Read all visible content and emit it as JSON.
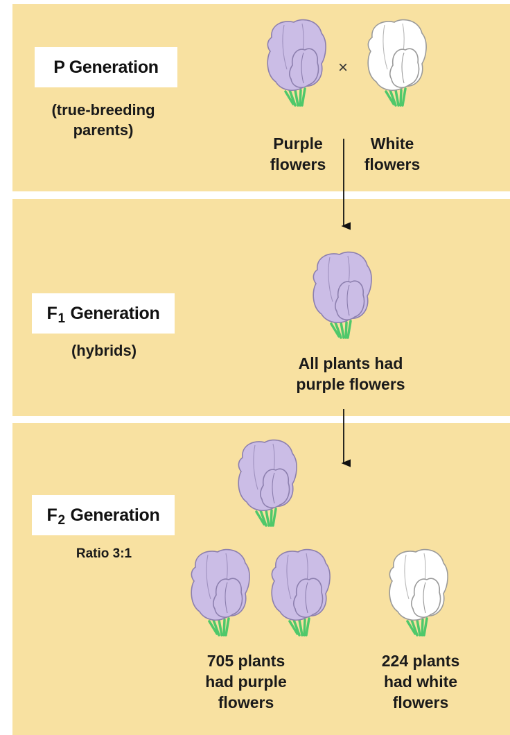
{
  "p_generation": {
    "title": "P Generation",
    "description": "(true-breeding parents)",
    "cross_symbol": "×",
    "purple_parent_label": "Purple flowers",
    "white_parent_label": "White flowers"
  },
  "f1_generation": {
    "title_prefix": "F",
    "title_subscript": "1",
    "title_suffix": "Generation",
    "description": "(hybrids)",
    "result_label": "All plants had purple flowers"
  },
  "f2_generation": {
    "title_prefix": "F",
    "title_subscript": "2",
    "title_suffix": "Generation",
    "ratio_text": "Ratio 3:1",
    "purple_result_label": "705 plants had purple flowers",
    "white_result_label": "224 plants had white flowers"
  },
  "colors": {
    "panel_background": "#f8e1a1",
    "purple_petal": "#cbbde6",
    "white_petal": "#ffffff",
    "stem_green": "#4fc86a"
  }
}
